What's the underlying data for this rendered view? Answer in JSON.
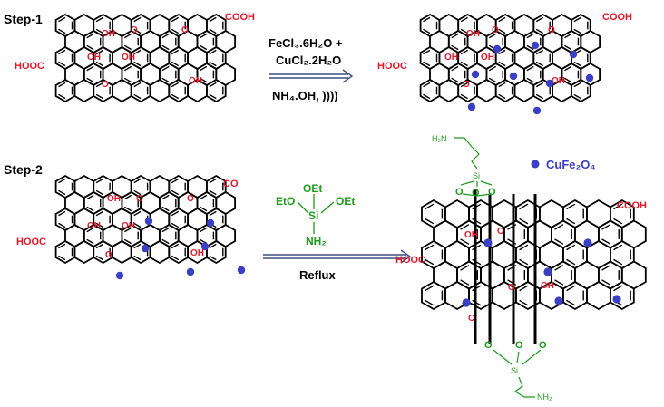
{
  "colors": {
    "bond": "#000000",
    "oxygen": "#e0192b",
    "nanoparticle": "#3a3fc4",
    "silane": "#1f9b1f",
    "arrow": "#3d4f80",
    "text": "#000000"
  },
  "steps": {
    "step1": "Step-1",
    "step2": "Step-2"
  },
  "labels": {
    "oh": "OH",
    "o": "O",
    "cooh": "COOH",
    "hooc": "HOOC",
    "co": "CO"
  },
  "reagents": {
    "step1": {
      "fecl3_hydrate": "FeCl₃.6H₂O +",
      "cucl2_hydrate": "CuCl₂.2H₂O",
      "ammonia_ultrasound": "NH₄.OH, ))))"
    },
    "step2": {
      "condition": "Reflux"
    }
  },
  "silane": {
    "eto_left": "EtO",
    "oet_top": "OEt",
    "oet_right": "OEt",
    "si": "Si",
    "nh2": "NH₂",
    "h2n": "H₂N",
    "o": "O"
  },
  "legend": {
    "label": "CuFe₂O₄"
  }
}
